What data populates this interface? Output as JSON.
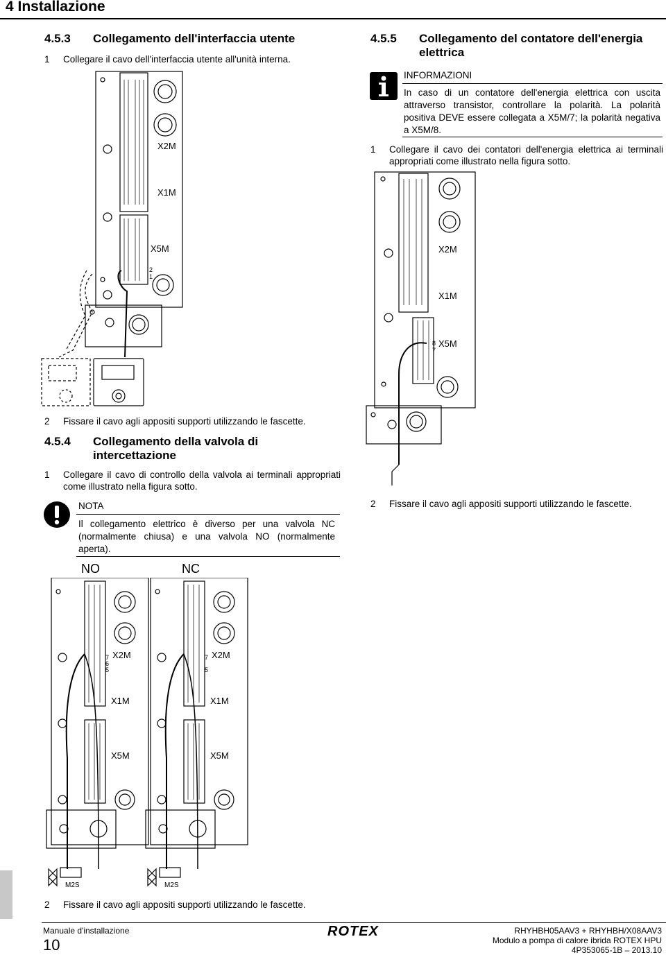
{
  "chapter": {
    "title": "4 Installazione"
  },
  "s453": {
    "number": "4.5.3",
    "title": "Collegamento dell'interfaccia utente",
    "step1_num": "1",
    "step1": "Collegare il cavo dell'interfaccia utente all'unità interna.",
    "step2_num": "2",
    "step2": "Fissare il cavo agli appositi supporti utilizzando le fascette.",
    "diagram": {
      "x2m": "X2M",
      "x1m": "X1M",
      "x5m": "X5M",
      "pin2": "2",
      "pin1": "1"
    }
  },
  "s454": {
    "number": "4.5.4",
    "title_line1": "Collegamento della valvola di",
    "title_line2": "intercettazione",
    "step1_num": "1",
    "step1": "Collegare il cavo di controllo della valvola ai terminali appropriati come illustrato nella figura sotto.",
    "note_title": "NOTA",
    "note_body": "Il collegamento elettrico è diverso per una valvola NC (normalmente chiusa) e una valvola NO (normalmente aperta).",
    "label_no": "NO",
    "label_nc": "NC",
    "diagram": {
      "x2m": "X2M",
      "x1m": "X1M",
      "x5m": "X5M",
      "valve": "M2S",
      "pin7": "7",
      "pin6": "6",
      "pin5": "5"
    },
    "step2_num": "2",
    "step2": "Fissare il cavo agli appositi supporti utilizzando le fascette."
  },
  "s455": {
    "number": "4.5.5",
    "title_line1": "Collegamento del contatore dell'energia",
    "title_line2": "elettrica",
    "info_title": "INFORMAZIONI",
    "info_body": "In caso di un contatore dell'energia elettrica con uscita attraverso transistor, controllare la polarità. La polarità positiva DEVE essere collegata a X5M/7; la polarità negativa a X5M/8.",
    "step1_num": "1",
    "step1": "Collegare il cavo dei contatori dell'energia elettrica ai terminali appropriati come illustrato nella figura sotto.",
    "diagram": {
      "x2m": "X2M",
      "x1m": "X1M",
      "x5m": "X5M",
      "pin8": "8",
      "pin7": "7"
    },
    "step2_num": "2",
    "step2": "Fissare il cavo agli appositi supporti utilizzando le fascette."
  },
  "footer": {
    "manual": "Manuale d'installazione",
    "page": "10",
    "brand": "ROTEX",
    "model": "RHYHBH05AAV3 + RHYHBH/X08AAV3",
    "product": "Modulo a pompa di calore ibrida ROTEX HPU",
    "docnum": "4P353065-1B – 2013.10"
  }
}
